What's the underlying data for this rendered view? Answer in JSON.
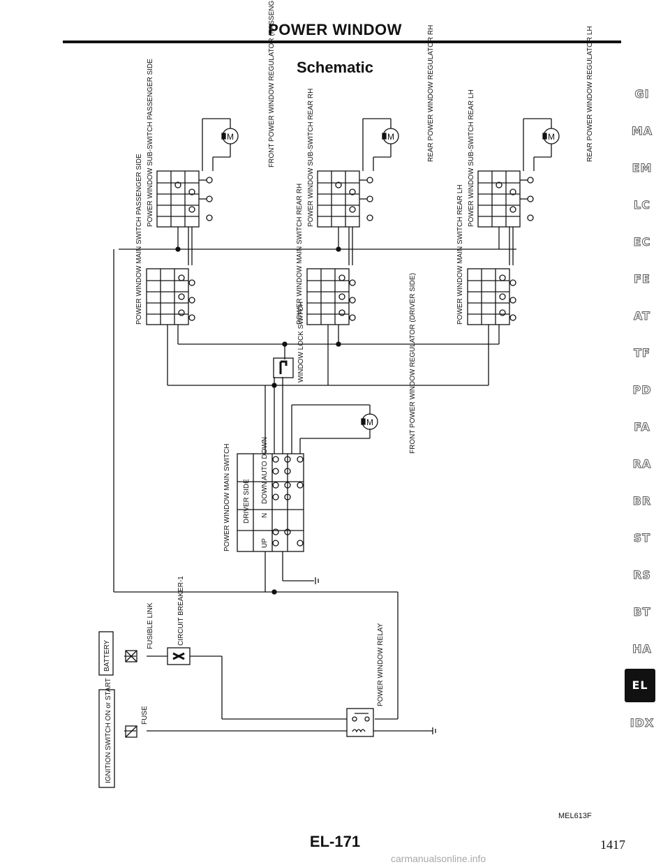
{
  "header": {
    "title": "POWER WINDOW",
    "subtitle": "Schematic"
  },
  "side_tabs": [
    "GI",
    "MA",
    "EM",
    "LC",
    "EC",
    "FE",
    "AT",
    "TF",
    "PD",
    "FA",
    "RA",
    "BR",
    "ST",
    "RS",
    "BT",
    "HA",
    "EL",
    "IDX"
  ],
  "active_tab": "EL",
  "footer": {
    "code": "MEL613F",
    "page": "EL-171",
    "page_count": "1417",
    "watermark": "carmanualsonline.info"
  },
  "diagram": {
    "motors": {
      "front_passenger": "FRONT POWER WINDOW REGULATOR (PASSENGER SIDE)",
      "rear_rh": "REAR POWER WINDOW REGULATOR RH",
      "rear_lh": "REAR POWER WINDOW REGULATOR LH",
      "front_driver": "FRONT POWER WINDOW REGULATOR (DRIVER SIDE)"
    },
    "sub_switches": {
      "passenger": "POWER WINDOW SUB-SWITCH PASSENGER SIDE",
      "rear_rh": "POWER WINDOW SUB-SWITCH REAR RH",
      "rear_lh": "POWER WINDOW SUB-SWITCH REAR LH"
    },
    "main_switches": {
      "passenger": "POWER WINDOW MAIN SWITCH PASSENGER SIDE",
      "rear_rh": "POWER WINDOW MAIN SWITCH REAR RH",
      "rear_lh": "POWER WINDOW MAIN SWITCH REAR LH",
      "driver": "POWER WINDOW MAIN SWITCH",
      "driver_side": "DRIVER SIDE"
    },
    "positions": {
      "up": "UP",
      "n": "N",
      "down": "DOWN",
      "auto_down": "AUTO DOWN"
    },
    "lock_switch": "WINDOW LOCK SWITCH",
    "battery": "BATTERY",
    "fusible_link": "FUSIBLE LINK",
    "circuit_breaker": "CIRCUIT BREAKER-1",
    "ignition": "IGNITION SWITCH ON or START",
    "fuse": "FUSE",
    "relay": "POWER WINDOW RELAY",
    "motor_symbol": "M"
  }
}
